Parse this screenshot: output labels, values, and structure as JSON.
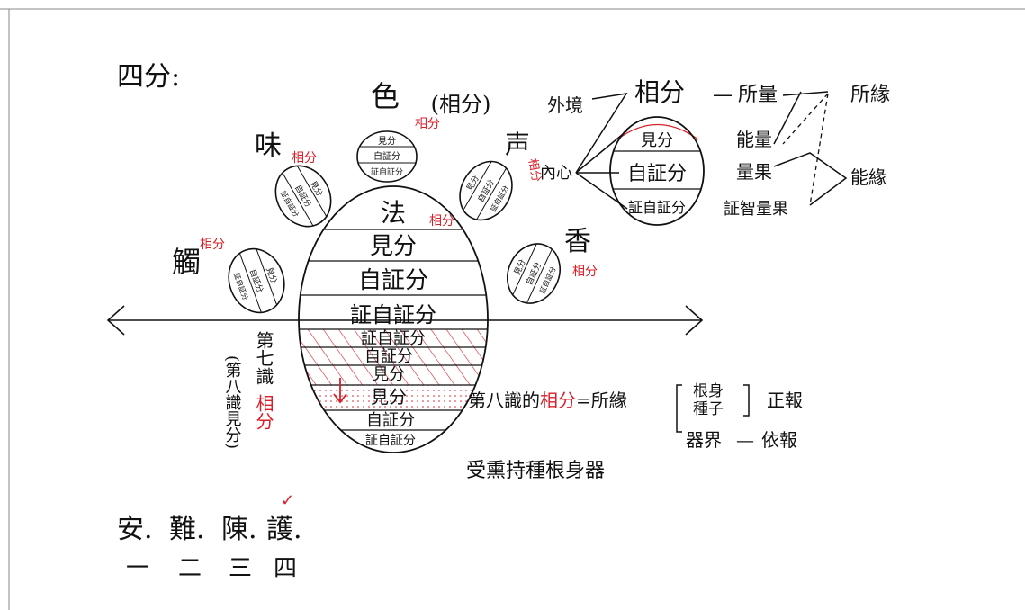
{
  "title": "四分:",
  "colors": {
    "ink": "#111111",
    "red": "#d8202a",
    "frame": "#8a8a8a"
  },
  "senses": {
    "color": {
      "label": "色",
      "note": "(相分)",
      "tag": "相分",
      "rows": [
        "見分",
        "自証分",
        "証自証分"
      ]
    },
    "sound": {
      "label": "声",
      "tag": "相分",
      "rows": [
        "見分",
        "自証分",
        "証自証分"
      ]
    },
    "taste": {
      "label": "味",
      "tag": "相分",
      "rows": [
        "見分",
        "自証分",
        "証自証分"
      ]
    },
    "touch": {
      "label": "觸",
      "tag": "相分",
      "rows": [
        "見分",
        "自証分",
        "証自証分"
      ]
    },
    "smell": {
      "label": "香",
      "tag": "相分",
      "rows": [
        "見分",
        "自証分",
        "証自証分"
      ]
    }
  },
  "center": {
    "label": "法",
    "tag": "相分",
    "rows": [
      "見分",
      "自証分",
      "証自証分",
      "証自証分",
      "自証分",
      "見分",
      "見分",
      "自証分",
      "証自証分"
    ]
  },
  "seventh": {
    "label": "第七識",
    "tag": "相分",
    "note": "(第八識見分)"
  },
  "top_right": {
    "outer": "外境",
    "inner": "內心",
    "xiangfen": "相分",
    "dash": "—",
    "suoliang": "所量",
    "suoyuan": "所緣",
    "circle": [
      "見分",
      "自証分",
      "証自証分"
    ],
    "right_list": [
      "能量",
      "量果",
      "証智量果"
    ],
    "nengyuan": "能緣"
  },
  "eighth": {
    "prefix": "第八識的",
    "red": "相分",
    "suffix": "=所緣",
    "items": [
      "根身",
      "種子"
    ],
    "zhengbao": "正報",
    "qijie": "器界",
    "dash": "—",
    "yibao": "依報",
    "summary": "受熏持種根身器"
  },
  "scholars": {
    "check": "✓",
    "names": [
      "安.",
      "難.",
      "陳.",
      "護."
    ],
    "numbers": [
      "一",
      "二",
      "三",
      "四"
    ]
  }
}
